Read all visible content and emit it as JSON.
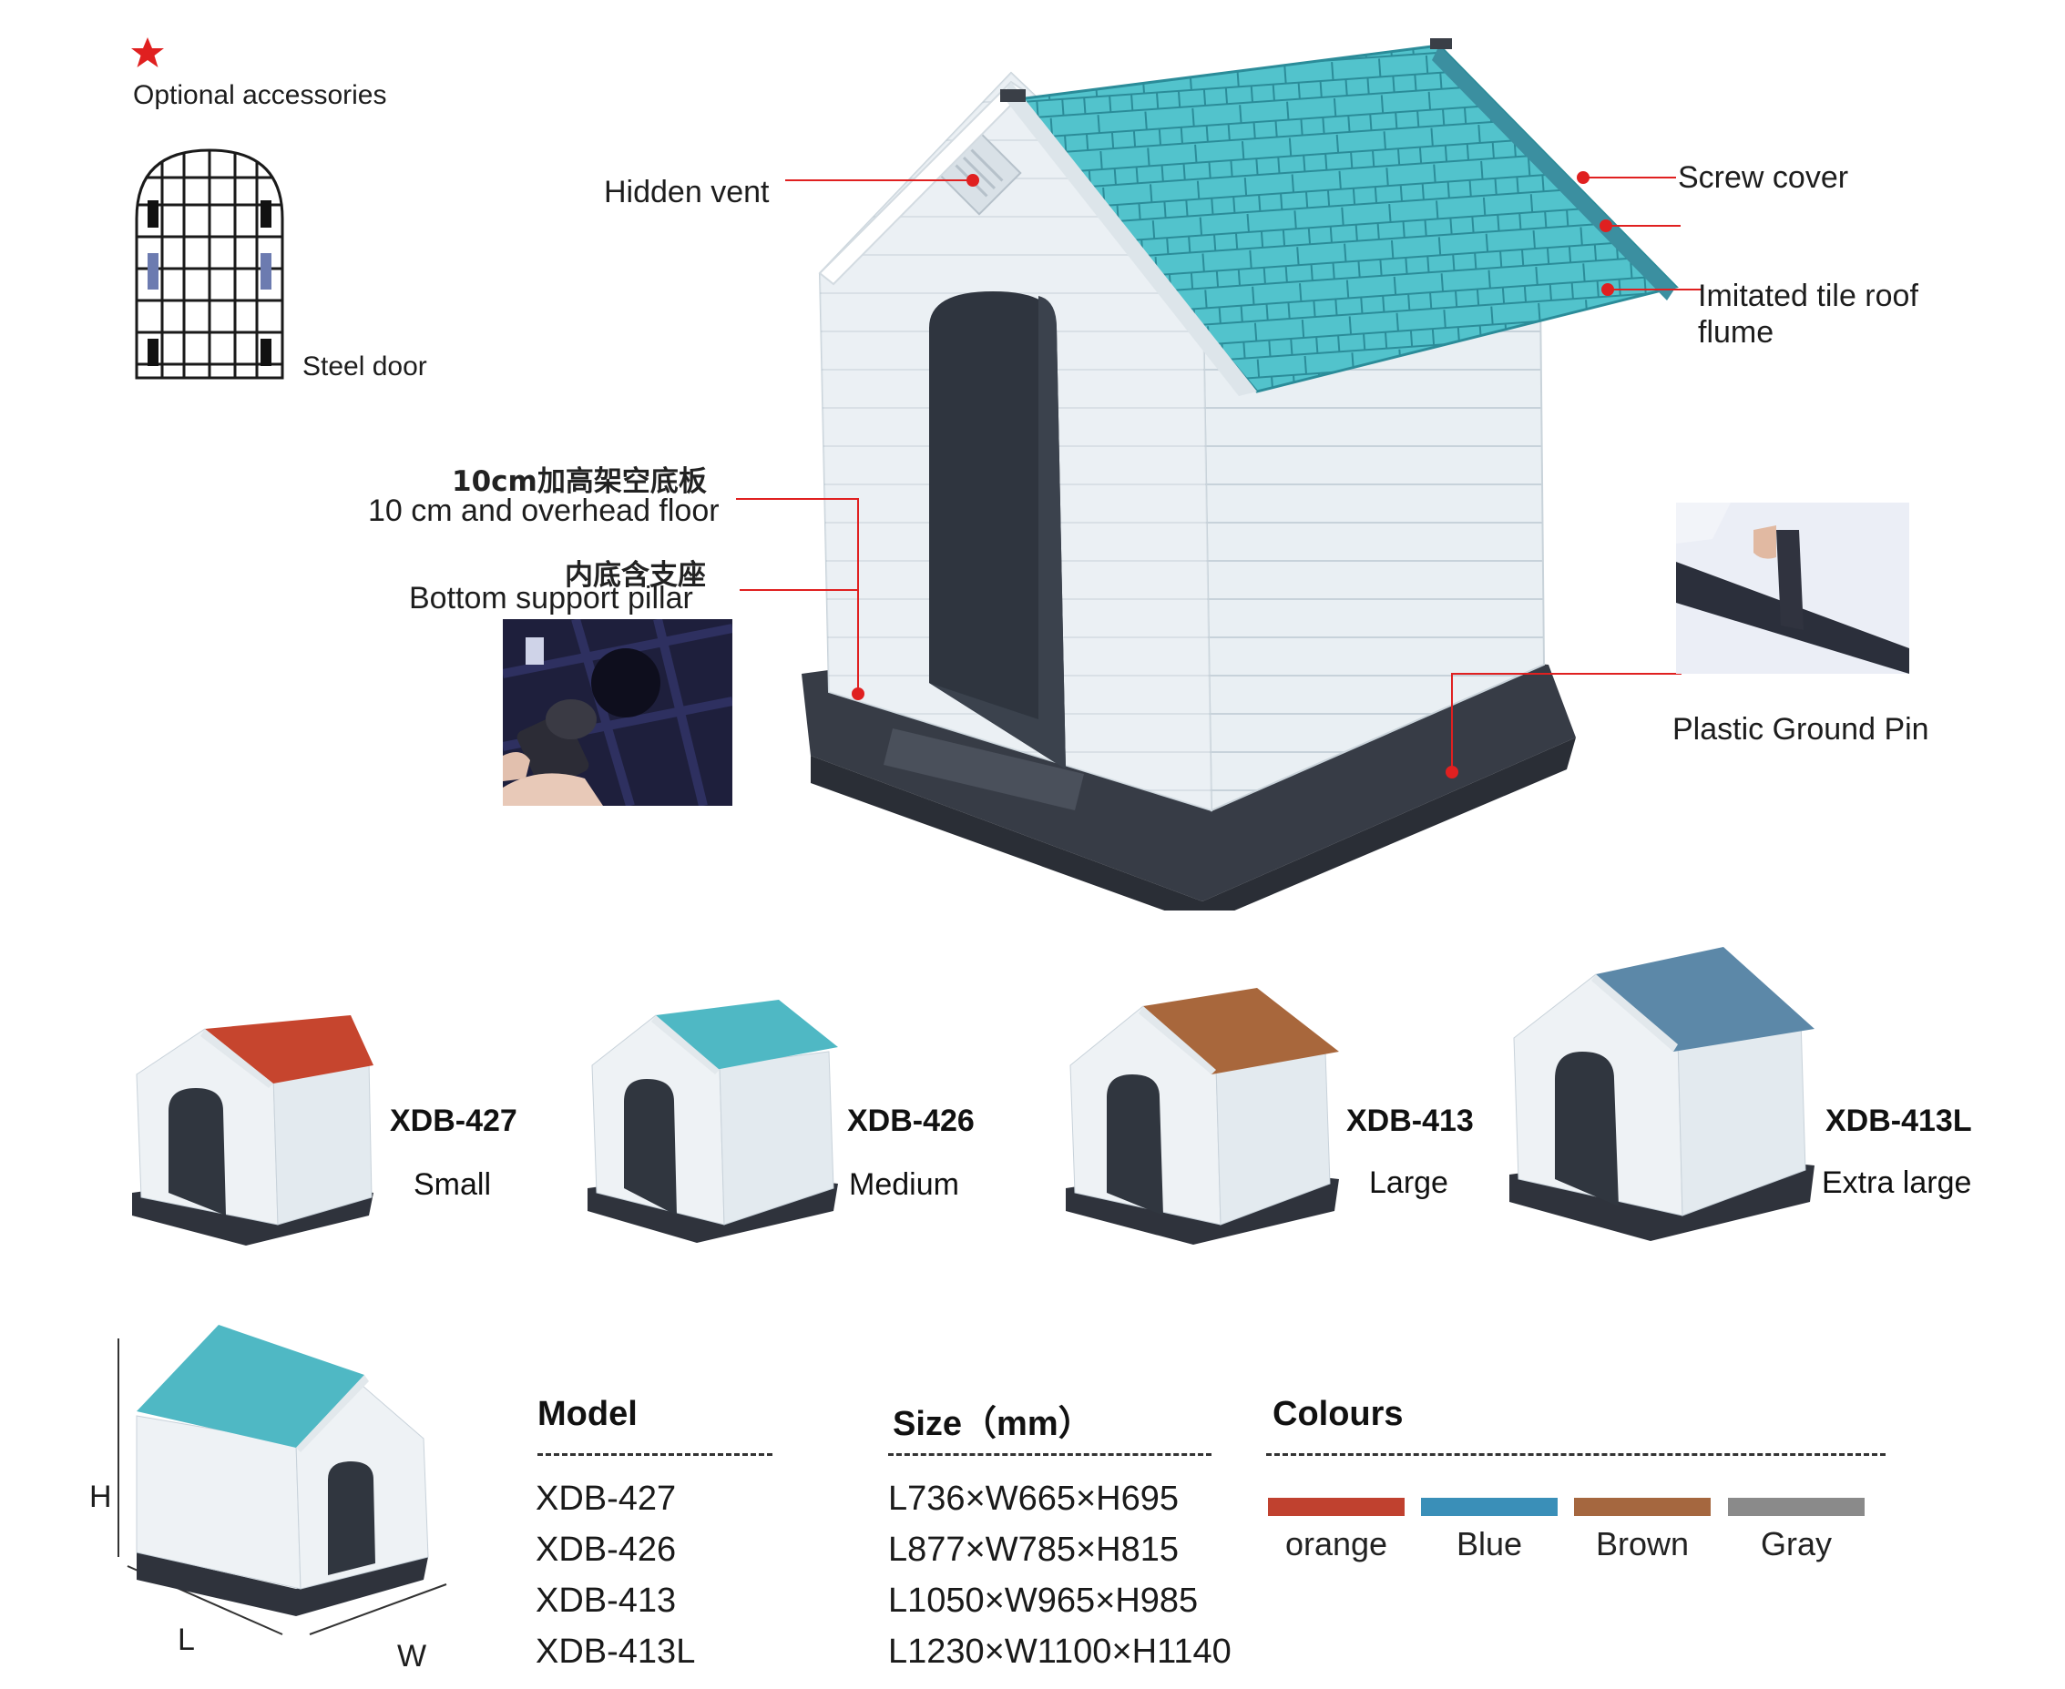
{
  "accessories": {
    "title": "Optional accessories",
    "steel_door": "Steel door"
  },
  "callouts": {
    "hidden_vent": "Hidden vent",
    "screw_cover": "Screw cover",
    "tile_roof_line1": "Imitated tile roof",
    "tile_roof_line2": "flume",
    "floor_cn": "10cm加高架空底板",
    "floor_en": "10 cm and overhead floor",
    "pillar_cn": "内底含支座",
    "pillar_en": "Bottom support pillar",
    "ground_pin": "Plastic Ground Pin"
  },
  "variants": [
    {
      "model": "XDB-427",
      "size": "Small",
      "roof": "#c6452e"
    },
    {
      "model": "XDB-426",
      "size": "Medium",
      "roof": "#4fb8c4"
    },
    {
      "model": "XDB-413",
      "size": "Large",
      "roof": "#a8673c"
    },
    {
      "model": "XDB-413L",
      "size": "Extra large",
      "roof": "#5c88a8"
    }
  ],
  "dimensions": {
    "h": "H",
    "l": "L",
    "w": "W"
  },
  "table": {
    "model_header": "Model",
    "size_header": "Size（mm）",
    "colours_header": "Colours",
    "rows": [
      {
        "model": "XDB-427",
        "size": "L736×W665×H695"
      },
      {
        "model": "XDB-426",
        "size": "L877×W785×H815"
      },
      {
        "model": "XDB-413",
        "size": "L1050×W965×H985"
      },
      {
        "model": "XDB-413L",
        "size": "L1230×W1100×H1140"
      }
    ]
  },
  "colours": [
    {
      "name": "orange",
      "hex": "#c0412f"
    },
    {
      "name": "Blue",
      "hex": "#3a8fb8"
    },
    {
      "name": "Brown",
      "hex": "#a5673f"
    },
    {
      "name": "Gray",
      "hex": "#8a8a8a"
    }
  ],
  "accent": "#e02020"
}
